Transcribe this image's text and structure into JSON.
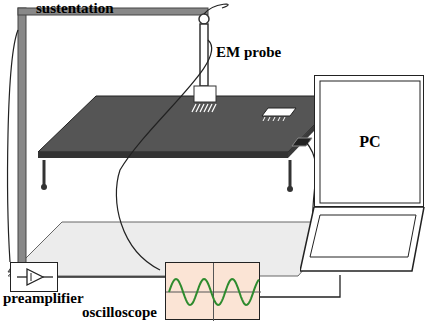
{
  "diagram": {
    "nodes": [
      {
        "text": [
          "preamplifier"
        ]
      },
      {
        "text": [
          "oscilloscope"
        ]
      },
      {
        "text": [
          "PC"
        ]
      }
    ],
    "edges": [
      {
        "from": 0,
        "to": 1,
        "arrow": "none"
      },
      {
        "from": 1,
        "to": 2,
        "arrow": "none"
      }
    ],
    "labels": [
      "sustentation",
      "EM probe"
    ]
  }
}
